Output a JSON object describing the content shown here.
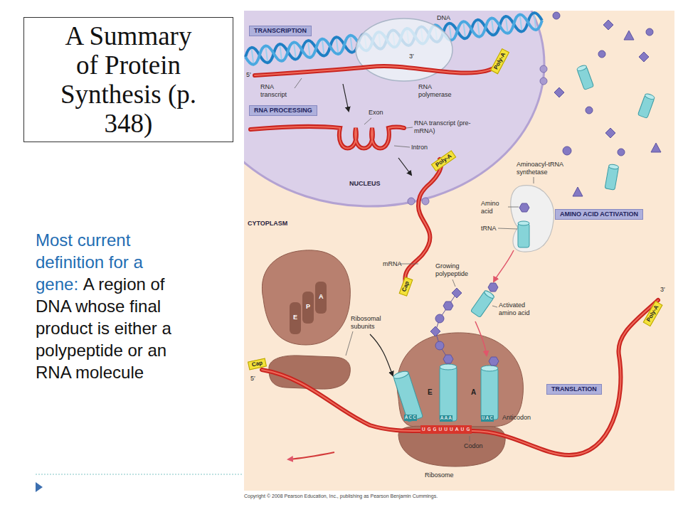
{
  "diagram": {
    "title": "A Summary of Protein Synthesis (p. 348)",
    "nodes": [
      {
        "text": [
          "TRANSCRIPTION"
        ]
      },
      {
        "text": [
          "Poly-A"
        ]
      },
      {
        "text": [
          "RNA PROCESSING"
        ]
      },
      {
        "text": [
          "Poly-A"
        ]
      },
      {
        "text": [
          "AMINO ACID ACTIVATION"
        ]
      },
      {
        "text": [
          "Cap"
        ]
      },
      {
        "text": [
          "Poly-A"
        ]
      },
      {
        "text": [
          "Cap"
        ]
      },
      {
        "text": [
          "TRANSLATION"
        ]
      }
    ],
    "labels": [
      "Most current definition for a gene:",
      "A region of DNA whose final product is either a polypeptide or an RNA molecule",
      "DNA",
      "3′",
      "5′",
      "RNA transcript",
      "RNA polymerase",
      "Exon",
      "RNA transcript (pre-mRNA)",
      "Intron",
      "NUCLEUS",
      "CYTOPLASM",
      "Aminoacyl-tRNA synthetase",
      "Amino acid",
      "tRNA",
      "mRNA",
      "Growing polypeptide",
      "Activated amino acid",
      "Ribosomal subunits",
      "A",
      "P",
      "E",
      "3′",
      "5′",
      "E",
      "A",
      "Anticodon",
      "Codon",
      "Ribosome",
      "UGGUUUAUG",
      "ACC",
      "AAA",
      "UAC",
      "Copyright © 2008 Pearson Education, Inc., publishing as Pearson Benjamin Cummings."
    ]
  }
}
